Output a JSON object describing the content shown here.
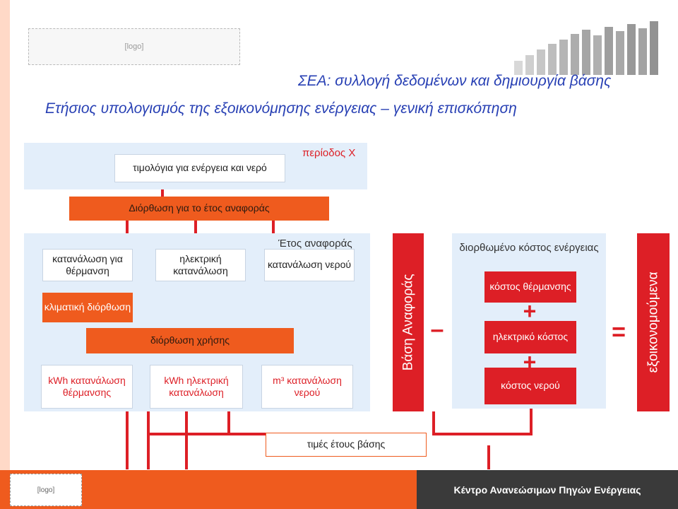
{
  "header": {
    "title_main": "ΣΕΑ: συλλογή δεδομένων και δημιουργία βάσης",
    "title_sub": "Ετήσιος υπολογισμός της εξοικονόμησης ενέργειας – γενική επισκόπηση"
  },
  "top_panel": {
    "invoices": "τιμολόγια για ενέργεια και νερό",
    "period": "περίοδος X"
  },
  "correction_reference_year": "Διόρθωση για το έτος αναφοράς",
  "middle_panel": {
    "reference_year": "Έτος αναφοράς",
    "heating_consumption": "κατανάλωση για θέρμανση",
    "climate_correction": "κλιματική διόρθωση",
    "electric_consumption": "ηλεκτρική κατανάλωση",
    "water_consumption": "κατανάλωση νερού",
    "usage_correction": "διόρθωση χρήσης",
    "kwh_heating": "kWh κατανάλωση θέρμανσης",
    "kwh_electric": "kWh ηλεκτρική κατανάλωση",
    "m3_water": "m³ κατανάλωση νερού"
  },
  "base_year_label": "Βάση Αναφοράς",
  "operators": {
    "minus": "–",
    "plus1": "+",
    "plus2": "+",
    "equals": "="
  },
  "cost_panel": {
    "title": "διορθωμένο κόστος ενέργειας",
    "heating_cost": "κόστος θέρμανσης",
    "electric_cost": "ηλεκτρικό κόστος",
    "water_cost": "κόστος νερού"
  },
  "savings_label": "εξοικονομούμενα",
  "base_year_prices": "τιμές έτους βάσης",
  "footer": {
    "right_text": "Κέντρο Ανανεώσιμων Πηγών Ενέργειας"
  },
  "colors": {
    "accent_red": "#dd1f26",
    "accent_orange": "#ef5b1e",
    "panel_blue": "#e3eefa",
    "heading_blue": "#2840b4"
  }
}
